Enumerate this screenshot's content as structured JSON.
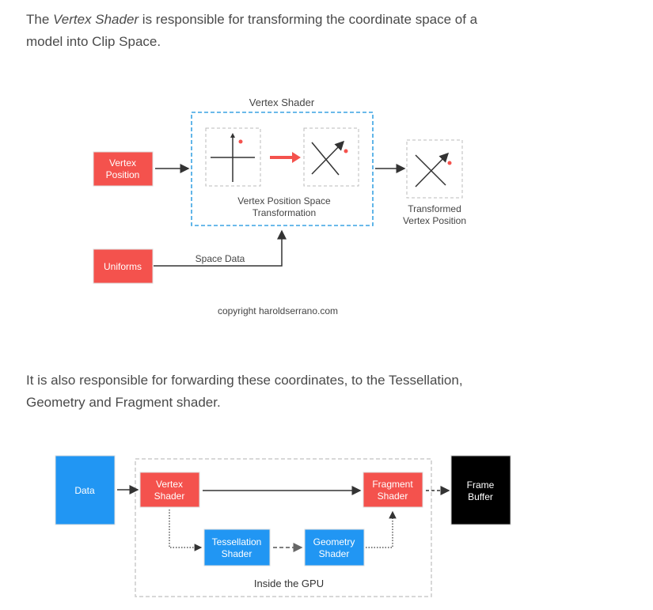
{
  "intro": {
    "prefix": "The ",
    "emphasis": "Vertex Shader",
    "suffix": " is responsible for transforming the coordinate space of a model into Clip Space."
  },
  "diagram1": {
    "shader_title": "Vertex Shader",
    "vertex_position_line1": "Vertex",
    "vertex_position_line2": "Position",
    "uniforms": "Uniforms",
    "transform_line1": "Vertex Position Space",
    "transform_line2": "Transformation",
    "transformed_line1": "Transformed",
    "transformed_line2": "Vertex Position",
    "space_data": "Space Data",
    "copyright": "copyright haroldserrano.com"
  },
  "forwarding": {
    "text": "It is also responsible for forwarding these coordinates, to the Tessellation, Geometry and Fragment shader."
  },
  "diagram2": {
    "data": "Data",
    "vertex_shader_line1": "Vertex",
    "vertex_shader_line2": "Shader",
    "fragment_shader_line1": "Fragment",
    "fragment_shader_line2": "Shader",
    "frame_buffer_line1": "Frame",
    "frame_buffer_line2": "Buffer",
    "tessellation_line1": "Tessellation",
    "tessellation_line2": "Shader",
    "geometry_line1": "Geometry",
    "geometry_line2": "Shader",
    "gpu_label": "Inside the GPU"
  },
  "colors": {
    "red": "#f4524d",
    "blue": "#2196f3",
    "black": "#000000",
    "dashed_blue": "#3aa3e3"
  }
}
